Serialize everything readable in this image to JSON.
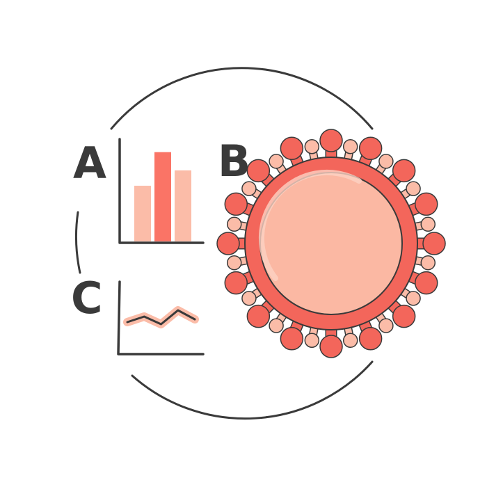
{
  "panels": [
    {
      "letter": "A"
    },
    {
      "letter": "B"
    },
    {
      "letter": "C"
    }
  ],
  "bar_chart": {
    "values": [
      0.58,
      0.93,
      0.74
    ],
    "colors": [
      "#fbbca8",
      "#fa7466",
      "#fbbca8"
    ]
  },
  "line_chart": {
    "values": [
      0.3,
      0.46,
      0.24,
      0.64,
      0.38
    ]
  },
  "colors": {
    "ink": "#3a3a3a",
    "accent": "#fa7466",
    "accent_light": "#fbbca8",
    "virus_body": "#f3665b",
    "virus_core": "#fbb8a3",
    "virus_spike_light": "#fbbca8"
  },
  "icons": [
    "bar-chart-icon",
    "virus-icon",
    "line-chart-icon"
  ]
}
